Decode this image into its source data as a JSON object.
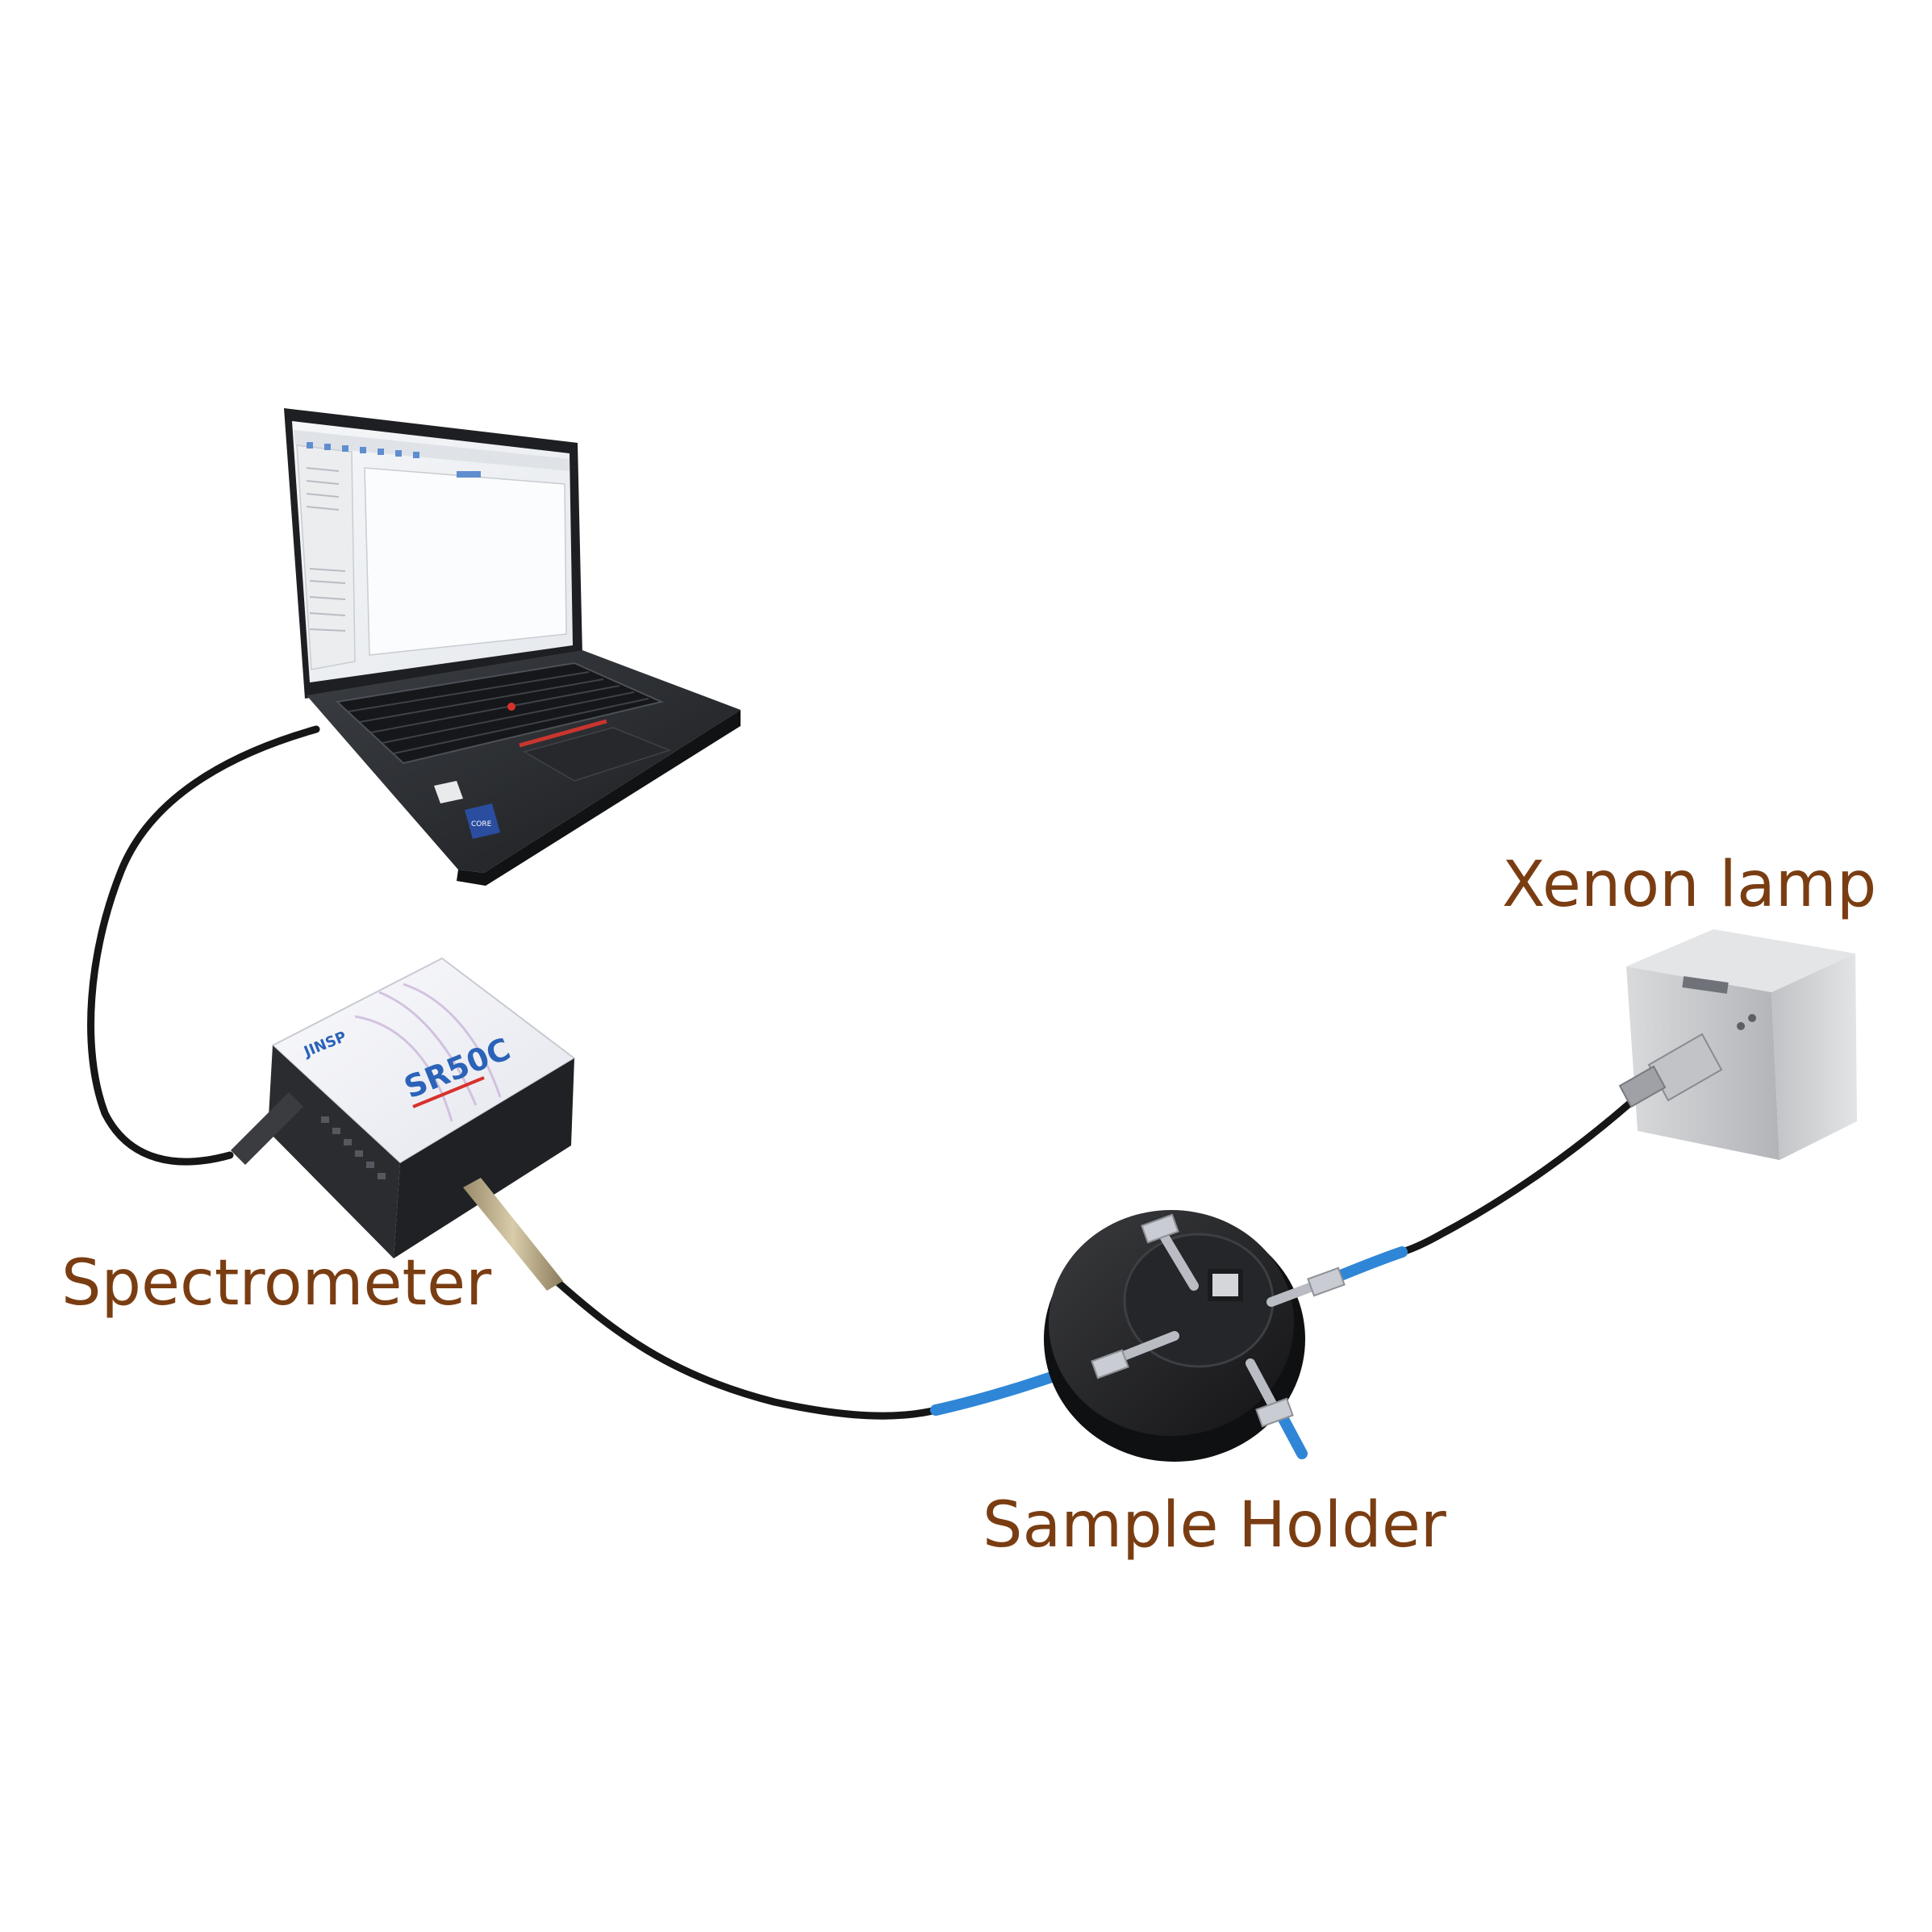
{
  "labels": {
    "xenon_lamp": "Xenon lamp",
    "spectrometer": "Spectrometer",
    "sample_holder": "Sample Holder"
  },
  "spectrometer_box": {
    "brand": "JINSP",
    "model": "SR50C"
  },
  "laptop": {
    "badge": "CORE"
  },
  "colors": {
    "label": "#7a3d12",
    "cable_black": "#161616",
    "cable_blue": "#2f86d6",
    "model_blue": "#2a63b8",
    "model_red": "#d8312b"
  }
}
